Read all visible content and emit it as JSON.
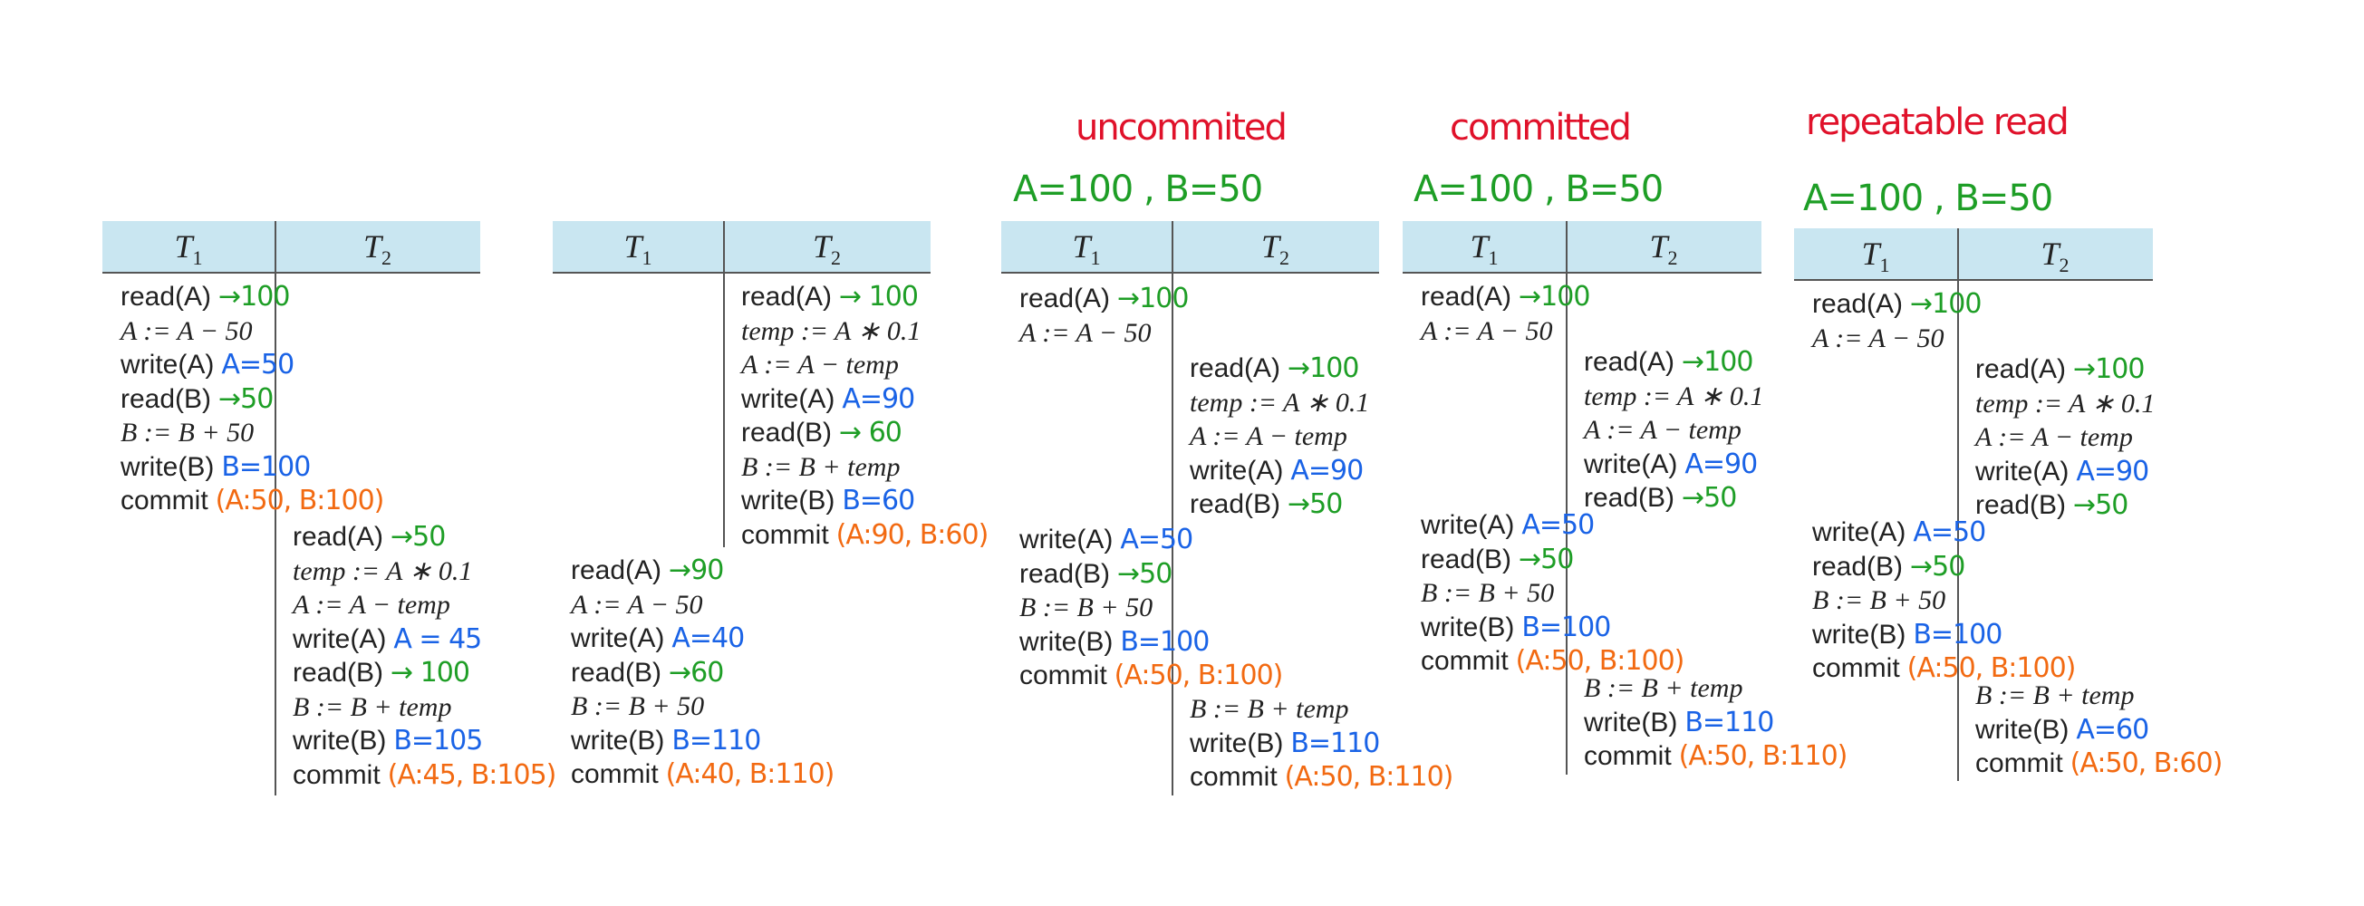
{
  "columns": {
    "t1": "T",
    "t2": "T",
    "s1": "1",
    "s2": "2"
  },
  "isolation_labels": {
    "s3": "uncommited",
    "s4": "committed",
    "s5": "repeatable read"
  },
  "initial_values": {
    "s3": "A=100 , B=50",
    "s4": "A=100 , B=50",
    "s5": "A=100 , B=50"
  },
  "schedules": {
    "s1": {
      "t1": [
        {
          "op": "read(A)",
          "note": "→100",
          "c": "green"
        },
        {
          "op": "A := A − 50",
          "note": ""
        },
        {
          "op": "write(A)",
          "note": "A=50",
          "c": "blue"
        },
        {
          "op": "read(B)",
          "note": "→50",
          "c": "green"
        },
        {
          "op": "B := B + 50",
          "note": ""
        },
        {
          "op": "write(B)",
          "note": "B=100",
          "c": "blue"
        },
        {
          "op": "commit",
          "note": "(A:50, B:100)",
          "c": "orange"
        }
      ],
      "t2": [
        {
          "op": "read(A)",
          "note": "→50",
          "c": "green"
        },
        {
          "op": "temp := A ∗ 0.1",
          "note": ""
        },
        {
          "op": "A := A − temp",
          "note": ""
        },
        {
          "op": "write(A)",
          "note": "A = 45",
          "c": "blue"
        },
        {
          "op": "read(B)",
          "note": "→ 100",
          "c": "green"
        },
        {
          "op": "B := B + temp",
          "note": ""
        },
        {
          "op": "write(B)",
          "note": "B=105",
          "c": "blue"
        },
        {
          "op": "commit",
          "note": "(A:45, B:105)",
          "c": "orange"
        }
      ]
    },
    "s2": {
      "t2": [
        {
          "op": "read(A)",
          "note": "→ 100",
          "c": "green"
        },
        {
          "op": "temp := A ∗ 0.1",
          "note": ""
        },
        {
          "op": "A := A − temp",
          "note": ""
        },
        {
          "op": "write(A)",
          "note": "A=90",
          "c": "blue"
        },
        {
          "op": "read(B)",
          "note": "→ 60",
          "c": "green"
        },
        {
          "op": "B := B + temp",
          "note": ""
        },
        {
          "op": "write(B)",
          "note": "B=60",
          "c": "blue"
        },
        {
          "op": "commit",
          "note": "(A:90, B:60)",
          "c": "orange"
        }
      ],
      "t1": [
        {
          "op": "read(A)",
          "note": "→90",
          "c": "green"
        },
        {
          "op": "A := A − 50",
          "note": ""
        },
        {
          "op": "write(A)",
          "note": "A=40",
          "c": "blue"
        },
        {
          "op": "read(B)",
          "note": "→60",
          "c": "green"
        },
        {
          "op": "B := B + 50",
          "note": ""
        },
        {
          "op": "write(B)",
          "note": "B=110",
          "c": "blue"
        },
        {
          "op": "commit",
          "note": "(A:40, B:110)",
          "c": "orange"
        }
      ]
    },
    "s3": {
      "t1a": [
        {
          "op": "read(A)",
          "note": "→100",
          "c": "green"
        },
        {
          "op": "A := A − 50",
          "note": ""
        }
      ],
      "t2a": [
        {
          "op": "read(A)",
          "note": "→100",
          "c": "green"
        },
        {
          "op": "temp := A ∗ 0.1",
          "note": ""
        },
        {
          "op": "A := A − temp",
          "note": ""
        },
        {
          "op": "write(A)",
          "note": "A=90",
          "c": "blue"
        },
        {
          "op": "read(B)",
          "note": "→50",
          "c": "green"
        }
      ],
      "t1b": [
        {
          "op": "write(A)",
          "note": "A=50",
          "c": "blue"
        },
        {
          "op": "read(B)",
          "note": "→50",
          "c": "green"
        },
        {
          "op": "B := B + 50",
          "note": ""
        },
        {
          "op": "write(B)",
          "note": "B=100",
          "c": "blue"
        },
        {
          "op": "commit",
          "note": "(A:50, B:100)",
          "c": "orange"
        }
      ],
      "t2b": [
        {
          "op": "B := B + temp",
          "note": ""
        },
        {
          "op": "write(B)",
          "note": "B=110",
          "c": "blue"
        },
        {
          "op": "commit",
          "note": "(A:50, B:110)",
          "c": "orange"
        }
      ]
    },
    "s4": {
      "t1a": [
        {
          "op": "read(A)",
          "note": "→100",
          "c": "green"
        },
        {
          "op": "A := A − 50",
          "note": ""
        }
      ],
      "t2a": [
        {
          "op": "read(A)",
          "note": "→100",
          "c": "green"
        },
        {
          "op": "temp := A ∗ 0.1",
          "note": ""
        },
        {
          "op": "A := A − temp",
          "note": ""
        },
        {
          "op": "write(A)",
          "note": "A=90",
          "c": "blue"
        },
        {
          "op": "read(B)",
          "note": "→50",
          "c": "green"
        }
      ],
      "t1b": [
        {
          "op": "write(A)",
          "note": "A=50",
          "c": "blue"
        },
        {
          "op": "read(B)",
          "note": "→50",
          "c": "green"
        },
        {
          "op": "B := B + 50",
          "note": ""
        },
        {
          "op": "write(B)",
          "note": "B=100",
          "c": "blue"
        },
        {
          "op": "commit",
          "note": "(A:50, B:100)",
          "c": "orange"
        }
      ],
      "t2b": [
        {
          "op": "B := B + temp",
          "note": ""
        },
        {
          "op": "write(B)",
          "note": "B=110",
          "c": "blue"
        },
        {
          "op": "commit",
          "note": "(A:50, B:110)",
          "c": "orange"
        }
      ]
    },
    "s5": {
      "t1a": [
        {
          "op": "read(A)",
          "note": "→100",
          "c": "green"
        },
        {
          "op": "A := A − 50",
          "note": ""
        }
      ],
      "t2a": [
        {
          "op": "read(A)",
          "note": "→100",
          "c": "green"
        },
        {
          "op": "temp := A ∗ 0.1",
          "note": ""
        },
        {
          "op": "A := A − temp",
          "note": ""
        },
        {
          "op": "write(A)",
          "note": "A=90",
          "c": "blue"
        },
        {
          "op": "read(B)",
          "note": "→50",
          "c": "green"
        }
      ],
      "t1b": [
        {
          "op": "write(A)",
          "note": "A=50",
          "c": "blue"
        },
        {
          "op": "read(B)",
          "note": "→50",
          "c": "green"
        },
        {
          "op": "B := B + 50",
          "note": ""
        },
        {
          "op": "write(B)",
          "note": "B=100",
          "c": "blue"
        },
        {
          "op": "commit",
          "note": "(A:50, B:100)",
          "c": "orange"
        }
      ],
      "t2b": [
        {
          "op": "B := B + temp",
          "note": ""
        },
        {
          "op": "write(B)",
          "note": "A=60",
          "c": "blue"
        },
        {
          "op": "commit",
          "note": "(A:50, B:60)",
          "c": "orange"
        }
      ]
    }
  }
}
